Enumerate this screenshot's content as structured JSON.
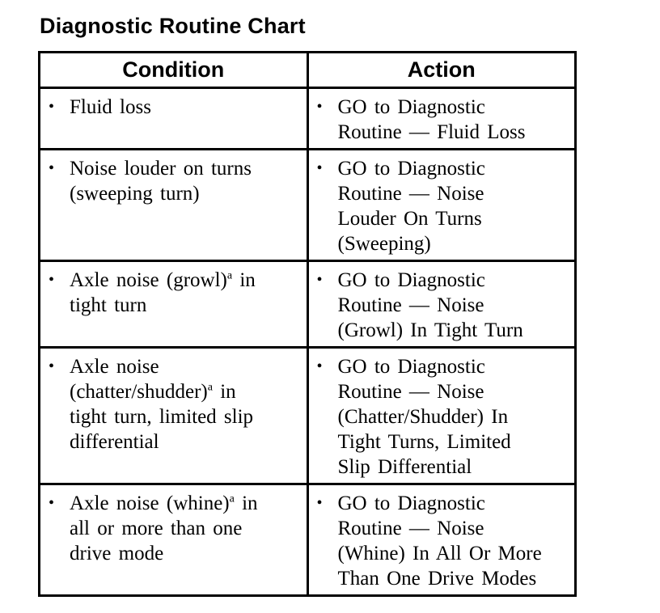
{
  "title": "Diagnostic Routine Chart",
  "bullet_glyph": "•",
  "colors": {
    "background": "#ffffff",
    "text": "#000000",
    "border": "#000000"
  },
  "table": {
    "headers": {
      "condition": "Condition",
      "action": "Action"
    },
    "rows": [
      {
        "condition": {
          "pre": "Fluid loss",
          "sup": "",
          "post": ""
        },
        "action": {
          "text": "GO to Diagnostic\nRoutine — Fluid Loss"
        }
      },
      {
        "condition": {
          "pre": "Noise louder on turns\n(sweeping turn)",
          "sup": "",
          "post": ""
        },
        "action": {
          "text": "GO to Diagnostic\nRoutine — Noise\nLouder On Turns\n(Sweeping)"
        }
      },
      {
        "condition": {
          "pre": "Axle noise (growl)",
          "sup": "a",
          "post": " in\ntight turn"
        },
        "action": {
          "text": "GO to Diagnostic\nRoutine — Noise\n(Growl) In Tight Turn"
        }
      },
      {
        "condition": {
          "pre": "Axle noise\n(chatter/shudder)",
          "sup": "a",
          "post": " in\ntight turn, limited slip\ndifferential"
        },
        "action": {
          "text": "GO to Diagnostic\nRoutine — Noise\n(Chatter/Shudder) In\nTight Turns, Limited\nSlip Differential"
        }
      },
      {
        "condition": {
          "pre": "Axle noise (whine)",
          "sup": "a",
          "post": " in\nall or more than one\ndrive mode"
        },
        "action": {
          "text": "GO to Diagnostic\nRoutine — Noise\n(Whine) In All Or More\nThan One Drive Modes"
        }
      }
    ]
  }
}
